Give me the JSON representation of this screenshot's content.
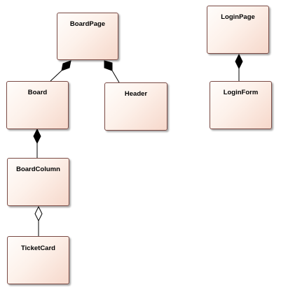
{
  "diagram": {
    "type": "uml-class-diagram",
    "classes": {
      "board_page": "BoardPage",
      "login_page": "LoginPage",
      "board": "Board",
      "header": "Header",
      "login_form": "LoginForm",
      "board_column": "BoardColumn",
      "ticket_card": "TicketCard"
    },
    "relationships": [
      {
        "whole": "BoardPage",
        "part": "Board",
        "kind": "composition"
      },
      {
        "whole": "BoardPage",
        "part": "Header",
        "kind": "composition"
      },
      {
        "whole": "LoginPage",
        "part": "LoginForm",
        "kind": "composition"
      },
      {
        "whole": "Board",
        "part": "BoardColumn",
        "kind": "composition"
      },
      {
        "whole": "BoardColumn",
        "part": "TicketCard",
        "kind": "aggregation"
      }
    ]
  }
}
